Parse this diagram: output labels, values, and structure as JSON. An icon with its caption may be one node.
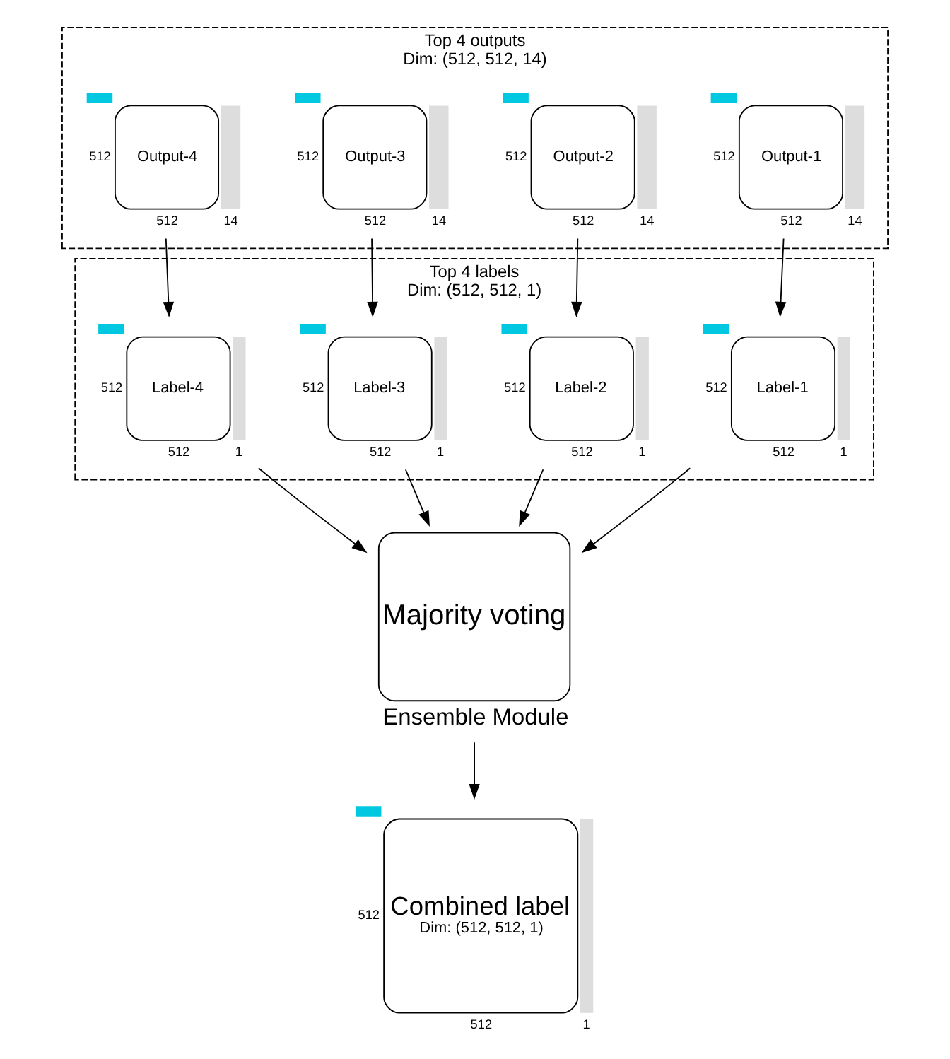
{
  "diagram": {
    "nodes": [
      {
        "text": [
          "Top 4 outputs",
          "Dim: (512, 512, 14)"
        ]
      },
      {
        "text": [
          "Output-1"
        ],
        "in": 0,
        "beside": [
          "512",
          "512",
          "14"
        ]
      },
      {
        "text": [
          "Output-2"
        ],
        "in": 0,
        "beside": [
          "512",
          "512",
          "14"
        ]
      },
      {
        "text": [
          "Output-3"
        ],
        "in": 0,
        "beside": [
          "512",
          "512",
          "14"
        ]
      },
      {
        "text": [
          "Output-4"
        ],
        "in": 0,
        "beside": [
          "512",
          "512",
          "14"
        ]
      },
      {
        "text": [
          "Top 4 labels",
          "Dim: (512, 512, 1)"
        ]
      },
      {
        "text": [
          "Label-1"
        ],
        "in": 5,
        "beside": [
          "512",
          "512",
          "1"
        ]
      },
      {
        "text": [
          "Label-2"
        ],
        "in": 5,
        "beside": [
          "512",
          "512",
          "1"
        ]
      },
      {
        "text": [
          "Label-3"
        ],
        "in": 5,
        "beside": [
          "512",
          "512",
          "1"
        ]
      },
      {
        "text": [
          "Label-4"
        ],
        "in": 5,
        "beside": [
          "512",
          "512",
          "1"
        ]
      },
      {
        "text": [
          "Majority voting"
        ],
        "beside": [
          "Ensemble Module"
        ]
      },
      {
        "text": [
          "Combined label",
          "Dim: (512, 512, 1)"
        ],
        "beside": [
          "512",
          "512",
          "1"
        ]
      }
    ],
    "edges": [
      {
        "from": 1,
        "to": 6,
        "arrow": "to"
      },
      {
        "from": 2,
        "to": 7,
        "arrow": "to"
      },
      {
        "from": 3,
        "to": 8,
        "arrow": "to"
      },
      {
        "from": 4,
        "to": 9,
        "arrow": "to"
      },
      {
        "from": 6,
        "to": 10,
        "arrow": "to"
      },
      {
        "from": 7,
        "to": 10,
        "arrow": "to"
      },
      {
        "from": 8,
        "to": 10,
        "arrow": "to"
      },
      {
        "from": 9,
        "to": 10,
        "arrow": "to"
      },
      {
        "from": 10,
        "to": 11,
        "arrow": "to"
      }
    ]
  }
}
